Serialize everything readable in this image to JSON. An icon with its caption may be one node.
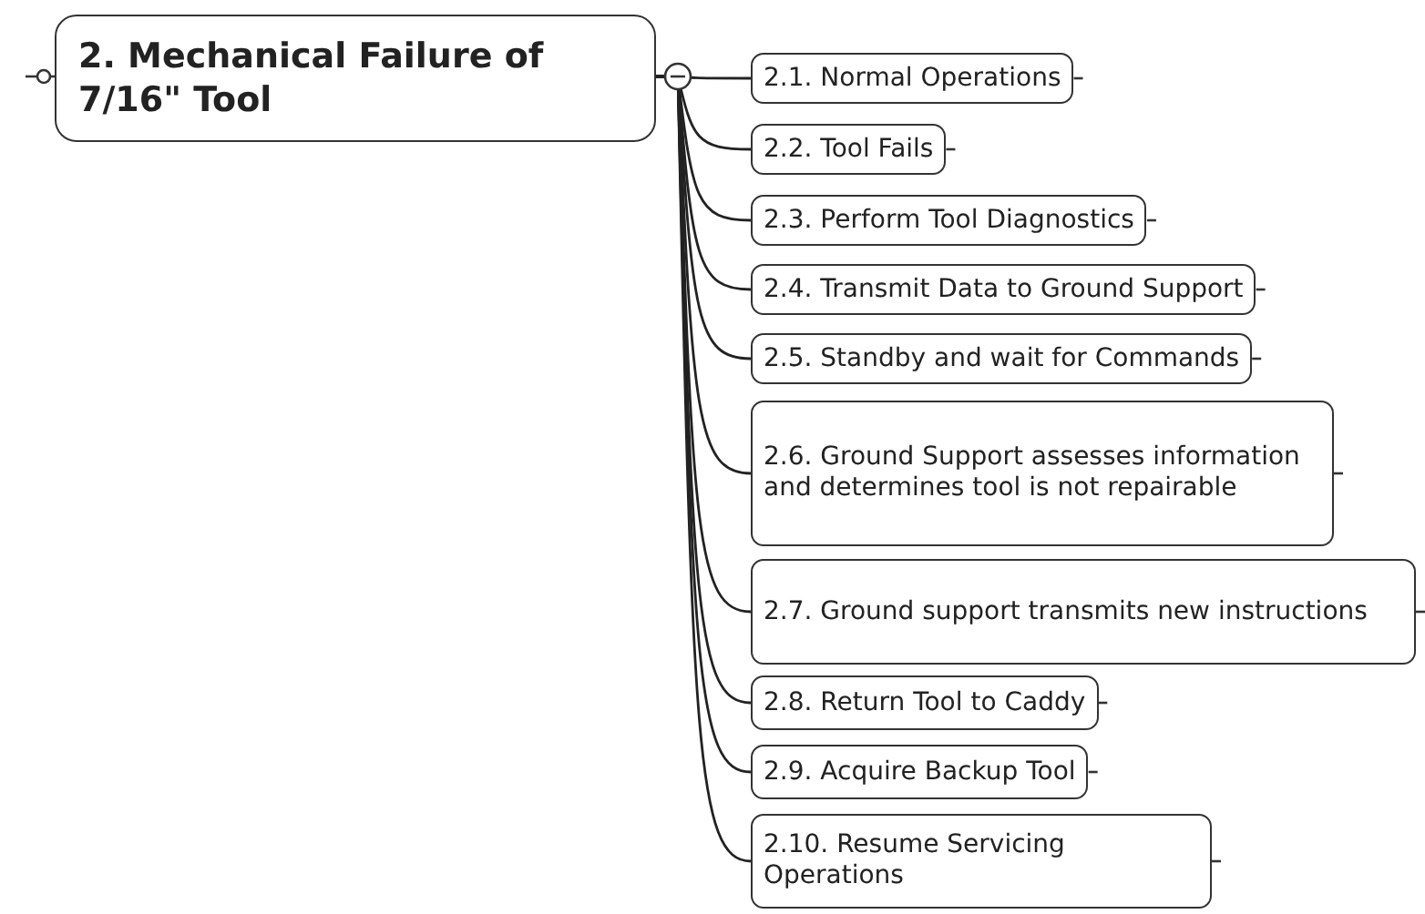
{
  "diagram": {
    "nodes": [
      {
        "text": [
          "2. Mechanical Failure of 7/16\" Tool"
        ]
      },
      {
        "text": [
          "2.1. Normal Operations"
        ]
      },
      {
        "text": [
          "2.2. Tool Fails"
        ]
      },
      {
        "text": [
          "2.3. Perform Tool Diagnostics"
        ]
      },
      {
        "text": [
          "2.4. Transmit Data to Ground Support"
        ]
      },
      {
        "text": [
          "2.5. Standby and wait for Commands"
        ]
      },
      {
        "text": [
          "2.6. Ground Support assesses information and determines tool is not repairable"
        ]
      },
      {
        "text": [
          "2.7. Ground support transmits new instructions"
        ]
      },
      {
        "text": [
          "2.8. Return Tool to Caddy"
        ]
      },
      {
        "text": [
          "2.9. Acquire Backup Tool"
        ]
      },
      {
        "text": [
          "2.10. Resume Servicing Operations"
        ]
      }
    ],
    "edges": [
      {
        "from": 0,
        "to": 1,
        "arrow": "none"
      },
      {
        "from": 0,
        "to": 2,
        "arrow": "none"
      },
      {
        "from": 0,
        "to": 3,
        "arrow": "none"
      },
      {
        "from": 0,
        "to": 4,
        "arrow": "none"
      },
      {
        "from": 0,
        "to": 5,
        "arrow": "none"
      },
      {
        "from": 0,
        "to": 6,
        "arrow": "none"
      },
      {
        "from": 0,
        "to": 7,
        "arrow": "none"
      },
      {
        "from": 0,
        "to": 8,
        "arrow": "none"
      },
      {
        "from": 0,
        "to": 9,
        "arrow": "none"
      },
      {
        "from": 0,
        "to": 10,
        "arrow": "none"
      }
    ]
  }
}
